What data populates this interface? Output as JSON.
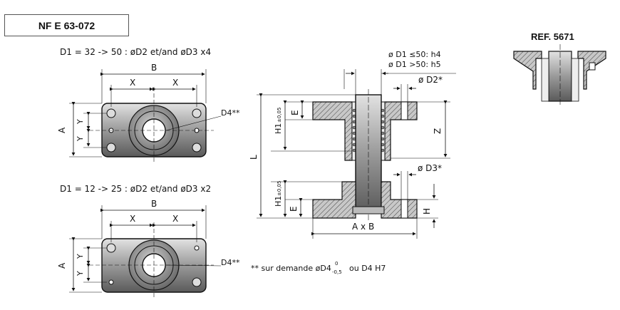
{
  "standard": "NF E 63-072",
  "reference": "REF. 5671",
  "top_view_1": {
    "condition": "D1 = 32 -> 50 : øD2 et/and øD3  x4",
    "dim_b": "B",
    "dim_x_left": "X",
    "dim_x_right": "X",
    "dim_a": "A",
    "dim_y_top": "Y",
    "dim_y_bottom": "Y",
    "d4": "D4**"
  },
  "top_view_2": {
    "condition": "D1 = 12 -> 25 : øD2 et/and øD3  x2",
    "dim_b": "B",
    "dim_x_left": "X",
    "dim_x_right": "X",
    "dim_a": "A",
    "dim_y_top": "Y",
    "dim_y_bottom": "Y",
    "d4": "D4**"
  },
  "section": {
    "tol_1": "ø D1  ≤50: h4",
    "tol_2": "ø D1  >50: h5",
    "d2": "ø D2*",
    "d3": "ø D3*",
    "e_top": "E",
    "h1_top": "H1",
    "h1_top_tol": "±0,05",
    "z": "Z",
    "l": "L",
    "e_bottom": "E",
    "h1_bottom": "H1",
    "h1_bottom_tol": "±0,05",
    "h": "H",
    "axb": "A x B"
  },
  "footnote": "** sur demande øD4",
  "footnote_sup": "0",
  "footnote_sub": "-0,5",
  "footnote_end": "ou D4 H7"
}
